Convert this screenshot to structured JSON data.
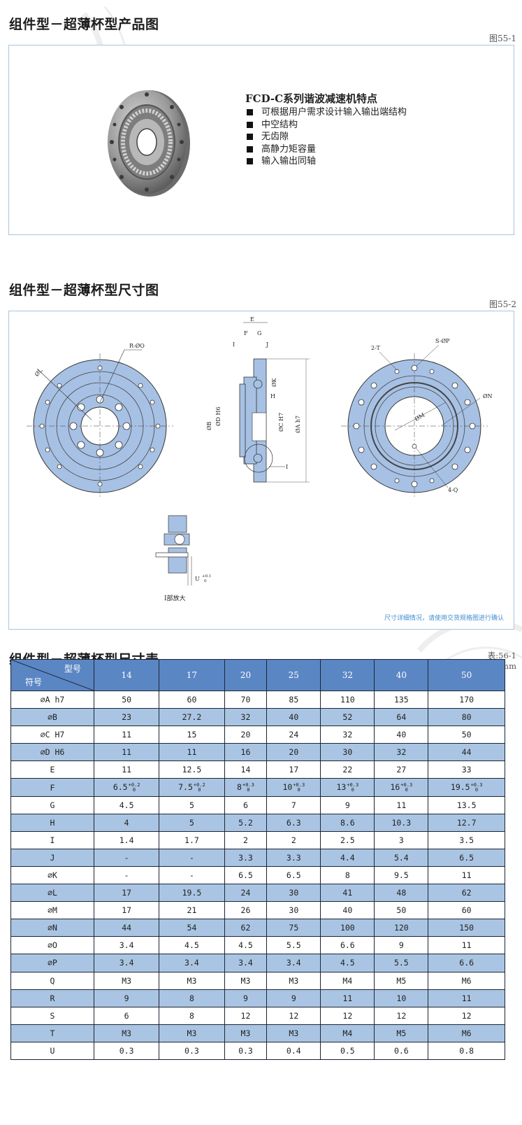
{
  "section1": {
    "title": "组件型－超薄杯型产品图",
    "fig_label": "图55-1"
  },
  "features": {
    "title": "FCD-C系列谐波减速机特点",
    "items": [
      "可根据用户需求设计输入输出端结构",
      "中空结构",
      "无齿隙",
      "高静力矩容量",
      "输入输出同轴"
    ]
  },
  "section2": {
    "title": "组件型－超薄杯型尺寸图",
    "fig_label": "图55-2"
  },
  "drawing": {
    "labels": {
      "r_o": "R-ØO",
      "l": "ØL",
      "e": "E",
      "f": "F",
      "g": "G",
      "i_top": "I",
      "j": "J",
      "k": "ØK",
      "h": "H",
      "b": "ØB",
      "d": "ØD H6",
      "c": "ØC H7",
      "a": "ØA h7",
      "i": "I",
      "t": "2-T",
      "p": "S-ØP",
      "n": "ØN",
      "m": "ØM",
      "q": "4-Q",
      "u": "U",
      "u_tol_top": "+0.1",
      "u_tol_bottom": "0"
    },
    "detail_caption": "Ⅰ部放大",
    "note": "尺寸详细情况，请使用交货规格图进行确认"
  },
  "section3": {
    "title": "组件型－超薄杯型尺寸表",
    "table_label": "表:56-1",
    "unit_label": "单位:mm"
  },
  "table": {
    "corner_model": "型号",
    "corner_symbol": "符号",
    "headers": [
      "14",
      "17",
      "20",
      "25",
      "32",
      "40",
      "50"
    ],
    "rows": [
      {
        "sym": "⌀A h7",
        "vals": [
          "50",
          "60",
          "70",
          "85",
          "110",
          "135",
          "170"
        ]
      },
      {
        "sym": "⌀B",
        "vals": [
          "23",
          "27.2",
          "32",
          "40",
          "52",
          "64",
          "80"
        ]
      },
      {
        "sym": "⌀C H7",
        "vals": [
          "11",
          "15",
          "20",
          "24",
          "32",
          "40",
          "50"
        ]
      },
      {
        "sym": "⌀D H6",
        "vals": [
          "11",
          "11",
          "16",
          "20",
          "30",
          "32",
          "44"
        ]
      },
      {
        "sym": "E",
        "vals": [
          "11",
          "12.5",
          "14",
          "17",
          "22",
          "27",
          "33"
        ]
      },
      {
        "sym": "F",
        "vals": [
          "6.5",
          "7.5",
          "8",
          "10",
          "13",
          "16",
          "19.5"
        ],
        "tol_top": [
          "+0.2",
          "+0.2",
          "+0.3",
          "+0.3",
          "+0.3",
          "+0.3",
          "+0.3"
        ],
        "tol_bottom": [
          "0",
          "0",
          "0",
          "0",
          "0",
          "0",
          "0"
        ]
      },
      {
        "sym": "G",
        "vals": [
          "4.5",
          "5",
          "6",
          "7",
          "9",
          "11",
          "13.5"
        ]
      },
      {
        "sym": "H",
        "vals": [
          "4",
          "5",
          "5.2",
          "6.3",
          "8.6",
          "10.3",
          "12.7"
        ]
      },
      {
        "sym": "I",
        "vals": [
          "1.4",
          "1.7",
          "2",
          "2",
          "2.5",
          "3",
          "3.5"
        ]
      },
      {
        "sym": "J",
        "vals": [
          "-",
          "-",
          "3.3",
          "3.3",
          "4.4",
          "5.4",
          "6.5"
        ]
      },
      {
        "sym": "⌀K",
        "vals": [
          "-",
          "-",
          "6.5",
          "6.5",
          "8",
          "9.5",
          "11"
        ]
      },
      {
        "sym": "⌀L",
        "vals": [
          "17",
          "19.5",
          "24",
          "30",
          "41",
          "48",
          "62"
        ]
      },
      {
        "sym": "⌀M",
        "vals": [
          "17",
          "21",
          "26",
          "30",
          "40",
          "50",
          "60"
        ]
      },
      {
        "sym": "⌀N",
        "vals": [
          "44",
          "54",
          "62",
          "75",
          "100",
          "120",
          "150"
        ]
      },
      {
        "sym": "⌀O",
        "vals": [
          "3.4",
          "4.5",
          "4.5",
          "5.5",
          "6.6",
          "9",
          "11"
        ]
      },
      {
        "sym": "⌀P",
        "vals": [
          "3.4",
          "3.4",
          "3.4",
          "3.4",
          "4.5",
          "5.5",
          "6.6"
        ]
      },
      {
        "sym": "Q",
        "vals": [
          "M3",
          "M3",
          "M3",
          "M3",
          "M4",
          "M5",
          "M6"
        ]
      },
      {
        "sym": "R",
        "vals": [
          "9",
          "8",
          "9",
          "9",
          "11",
          "10",
          "11"
        ]
      },
      {
        "sym": "S",
        "vals": [
          "6",
          "8",
          "12",
          "12",
          "12",
          "12",
          "12"
        ]
      },
      {
        "sym": "T",
        "vals": [
          "M3",
          "M3",
          "M3",
          "M3",
          "M4",
          "M5",
          "M6"
        ]
      },
      {
        "sym": "U",
        "vals": [
          "0.3",
          "0.3",
          "0.3",
          "0.4",
          "0.5",
          "0.6",
          "0.8"
        ]
      }
    ]
  },
  "colors": {
    "header_blue": "#5b86c4",
    "row_blue": "#aac5e3",
    "part_blue": "#a7c1e4",
    "border": "#a9c4dd"
  }
}
